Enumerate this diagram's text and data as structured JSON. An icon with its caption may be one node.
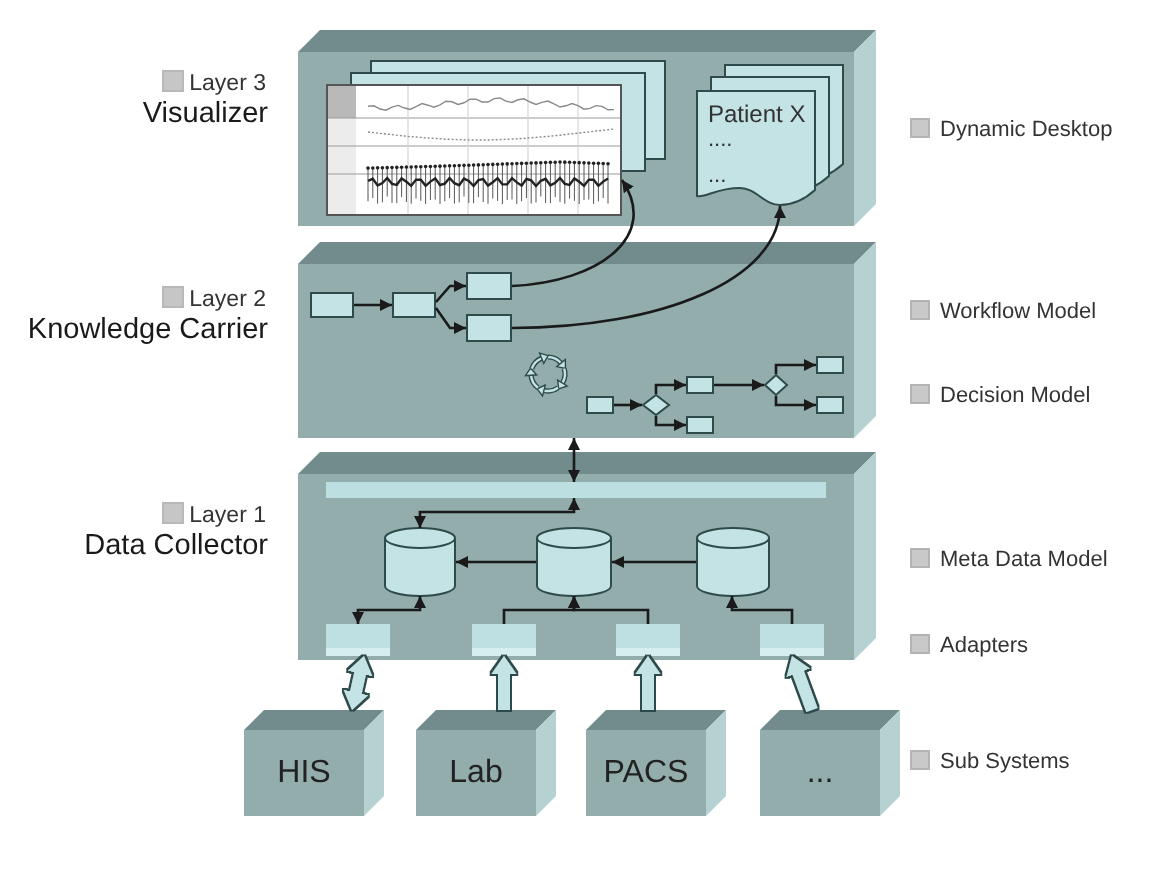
{
  "diagram": {
    "nodes": [
      {
        "text": [
          "Layer 3",
          "Visualizer"
        ]
      },
      {
        "text": [],
        "shape": "picture",
        "in": 0
      },
      {
        "text": [
          "Patient X",
          "....",
          "..."
        ],
        "in": 0
      },
      {
        "text": [
          "Layer 2",
          "Knowledge Carrier"
        ]
      },
      {
        "text": [],
        "shape": "box",
        "in": 3
      },
      {
        "text": [],
        "shape": "box",
        "in": 3
      },
      {
        "text": [],
        "shape": "box",
        "in": 3
      },
      {
        "text": [],
        "shape": "box",
        "in": 3
      },
      {
        "text": [],
        "shape": "box",
        "in": 3
      },
      {
        "text": [],
        "shape": "diamond",
        "in": 3
      },
      {
        "text": [],
        "shape": "box",
        "in": 3
      },
      {
        "text": [],
        "shape": "box",
        "in": 3
      },
      {
        "text": [],
        "shape": "diamond",
        "in": 3
      },
      {
        "text": [],
        "shape": "box",
        "in": 3
      },
      {
        "text": [],
        "shape": "box",
        "in": 3
      },
      {
        "text": [
          "Layer 1",
          "Data Collector"
        ]
      },
      {
        "text": [],
        "shape": "bar",
        "in": 15
      },
      {
        "text": [],
        "shape": "cylinder",
        "in": 15
      },
      {
        "text": [],
        "shape": "cylinder",
        "in": 15
      },
      {
        "text": [],
        "shape": "cylinder",
        "in": 15
      },
      {
        "text": [],
        "shape": "box",
        "in": 15
      },
      {
        "text": [],
        "shape": "box",
        "in": 15
      },
      {
        "text": [],
        "shape": "box",
        "in": 15
      },
      {
        "text": [],
        "shape": "box",
        "in": 15
      },
      {
        "text": [
          "HIS"
        ]
      },
      {
        "text": [
          "Lab"
        ]
      },
      {
        "text": [
          "PACS"
        ]
      },
      {
        "text": [
          "..."
        ]
      }
    ],
    "edges": [
      {
        "from": 4,
        "to": 5,
        "arrow": "to"
      },
      {
        "from": 5,
        "to": 6,
        "arrow": "to"
      },
      {
        "from": 5,
        "to": 7,
        "arrow": "to"
      },
      {
        "from": 6,
        "to": 1,
        "arrow": "to"
      },
      {
        "from": 7,
        "to": 2,
        "arrow": "to"
      },
      {
        "from": 8,
        "to": 9,
        "arrow": "to"
      },
      {
        "from": 9,
        "to": 10,
        "arrow": "to"
      },
      {
        "from": 9,
        "to": 11,
        "arrow": "to"
      },
      {
        "from": 10,
        "to": 12,
        "arrow": "to"
      },
      {
        "from": 12,
        "to": 13,
        "arrow": "to"
      },
      {
        "from": 12,
        "to": 14,
        "arrow": "to"
      },
      {
        "from": 3,
        "to": 16,
        "arrow": "both"
      },
      {
        "from": 16,
        "to": 17,
        "arrow": "both"
      },
      {
        "from": 18,
        "to": 17,
        "arrow": "to"
      },
      {
        "from": 19,
        "to": 18,
        "arrow": "to"
      },
      {
        "from": 20,
        "to": 17,
        "arrow": "both"
      },
      {
        "from": 21,
        "to": 18,
        "arrow": "to"
      },
      {
        "from": 22,
        "to": 18,
        "arrow": "to"
      },
      {
        "from": 23,
        "to": 19,
        "arrow": "to"
      },
      {
        "from": 24,
        "to": 20,
        "arrow": "both",
        "style": "thick",
        "color": "#c3e3e5"
      },
      {
        "from": 25,
        "to": 21,
        "arrow": "to",
        "style": "thick",
        "color": "#c3e3e5"
      },
      {
        "from": 26,
        "to": 22,
        "arrow": "to",
        "style": "thick",
        "color": "#c3e3e5"
      },
      {
        "from": 27,
        "to": 23,
        "arrow": "to",
        "style": "thick",
        "color": "#c3e3e5"
      }
    ],
    "labels": [
      "Dynamic Desktop",
      "Workflow Model",
      "Decision Model",
      "Meta Data Model",
      "Adapters",
      "Sub Systems"
    ]
  }
}
